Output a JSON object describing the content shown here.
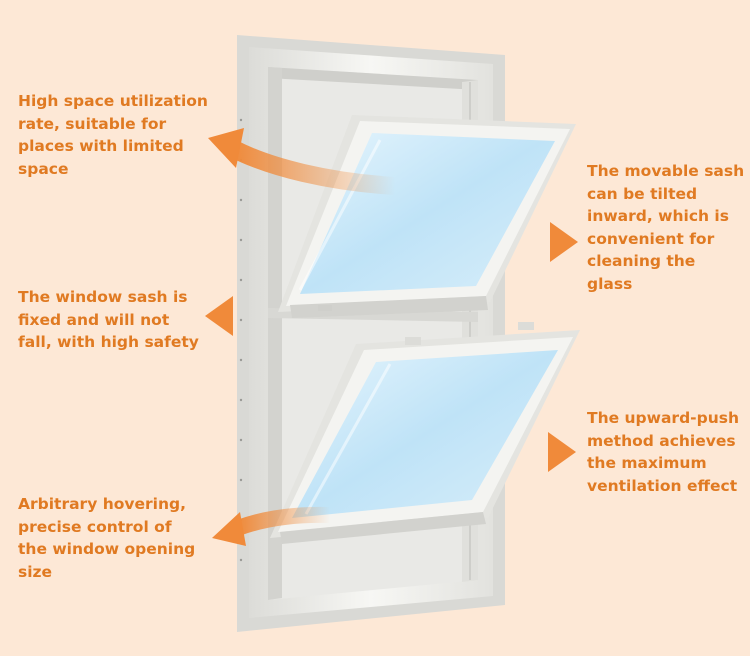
{
  "callouts": {
    "space_utilization": "High space utilization\nrate, suitable for\nplaces with limited\nspace",
    "movable_sash": "The movable sash\ncan be tilted\ninward, which is\nconvenient for\ncleaning the\nglass",
    "fixed_sash": "The window sash is\nfixed and will not\nfall, with high safety",
    "upward_push": "The upward-push\nmethod achieves\nthe maximum\nventilation effect",
    "hovering": "Arbitrary hovering,\nprecise control of\nthe window opening\nsize"
  },
  "colors": {
    "background": "#fde8d6",
    "accent_text": "#e07a22",
    "arrow": "#f08a3a",
    "frame": "#f2f2ef",
    "glass": "#c9e6f7"
  },
  "icons": {
    "arrow": "arrow-icon"
  }
}
